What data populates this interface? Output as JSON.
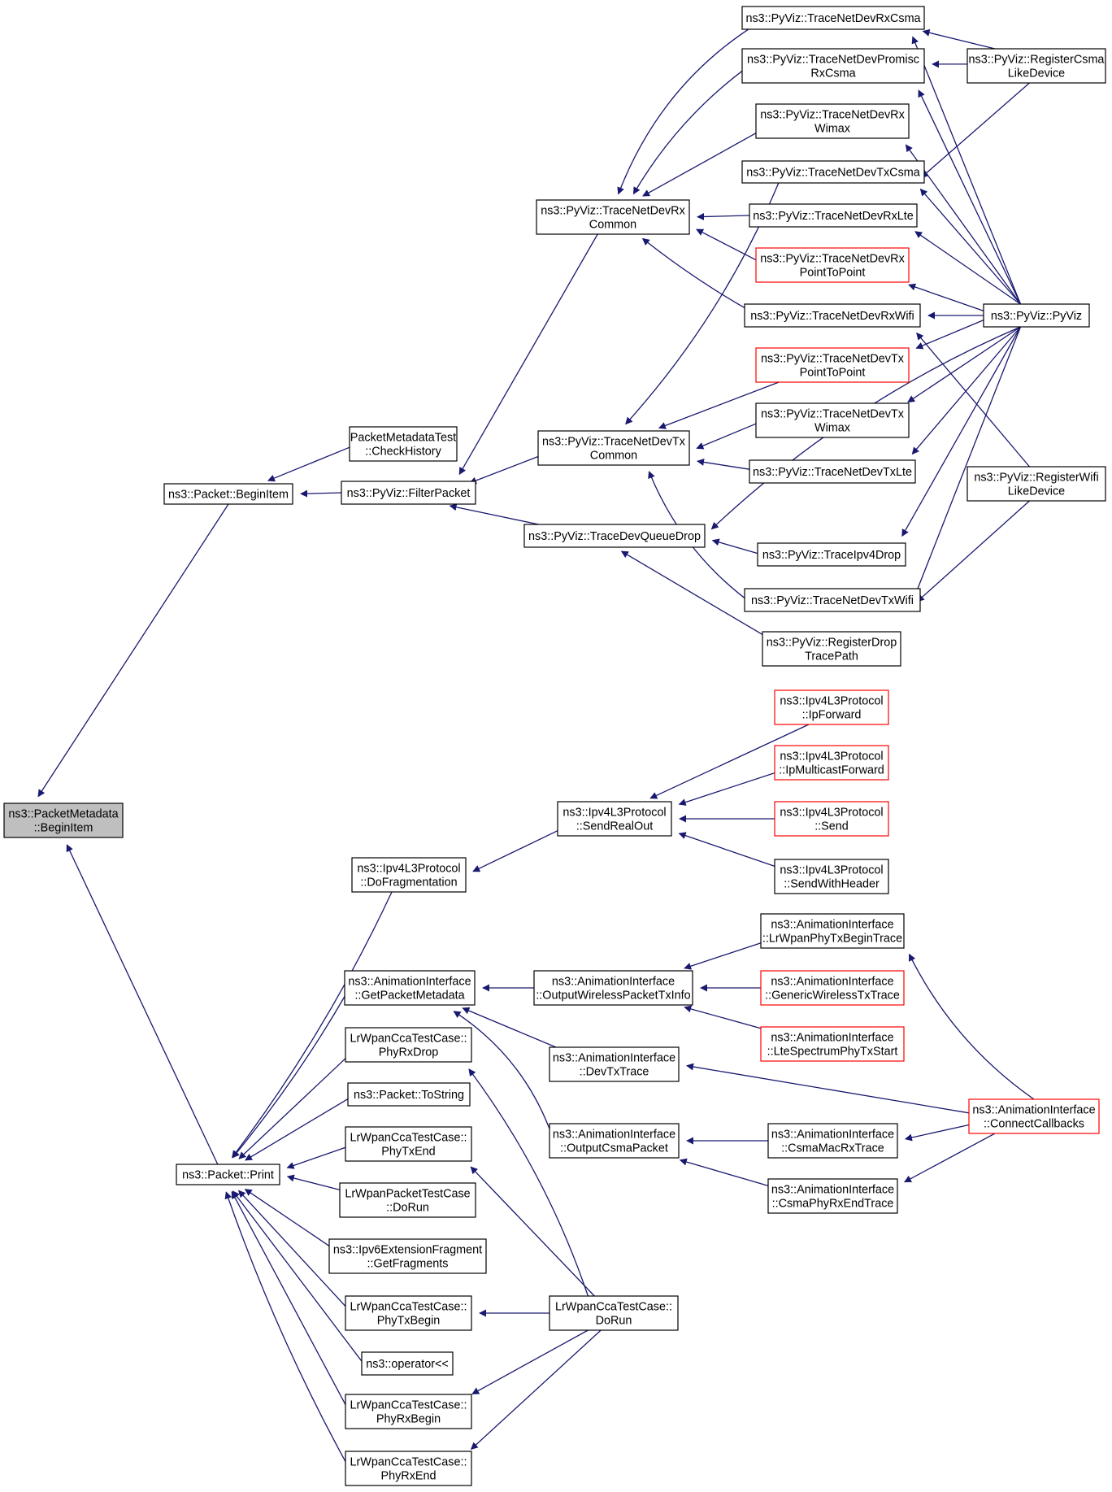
{
  "diagram": {
    "colors": {
      "edge": "#191970",
      "node_border": "#000000",
      "truncated_border": "#ff0000",
      "focus_fill": "#bfbfbf"
    },
    "nodes": [
      {
        "id": "pm",
        "lines": [
          "ns3::PacketMetadata",
          "::BeginItem"
        ],
        "style": "focus"
      },
      {
        "id": "pbi",
        "lines": [
          "ns3::Packet::BeginItem"
        ]
      },
      {
        "id": "pmt",
        "lines": [
          "PacketMetadataTest",
          "::CheckHistory"
        ]
      },
      {
        "id": "fp",
        "lines": [
          "ns3::PyViz::FilterPacket"
        ]
      },
      {
        "id": "rxc",
        "lines": [
          "ns3::PyViz::TraceNetDevRx",
          "Common"
        ]
      },
      {
        "id": "txc",
        "lines": [
          "ns3::PyViz::TraceNetDevTx",
          "Common"
        ]
      },
      {
        "id": "tdq",
        "lines": [
          "ns3::PyViz::TraceDevQueueDrop"
        ]
      },
      {
        "id": "rxcsma",
        "lines": [
          "ns3::PyViz::TraceNetDevRxCsma"
        ]
      },
      {
        "id": "rxprom",
        "lines": [
          "ns3::PyViz::TraceNetDevPromisc",
          "RxCsma"
        ]
      },
      {
        "id": "rxwimax",
        "lines": [
          "ns3::PyViz::TraceNetDevRx",
          "Wimax"
        ]
      },
      {
        "id": "txcsma",
        "lines": [
          "ns3::PyViz::TraceNetDevTxCsma"
        ]
      },
      {
        "id": "rxlte",
        "lines": [
          "ns3::PyViz::TraceNetDevRxLte"
        ]
      },
      {
        "id": "rxp2p",
        "lines": [
          "ns3::PyViz::TraceNetDevRx",
          "PointToPoint"
        ],
        "style": "truncated"
      },
      {
        "id": "rxwifi",
        "lines": [
          "ns3::PyViz::TraceNetDevRxWifi"
        ]
      },
      {
        "id": "txp2p",
        "lines": [
          "ns3::PyViz::TraceNetDevTx",
          "PointToPoint"
        ],
        "style": "truncated"
      },
      {
        "id": "txwimax",
        "lines": [
          "ns3::PyViz::TraceNetDevTx",
          "Wimax"
        ]
      },
      {
        "id": "txlte",
        "lines": [
          "ns3::PyViz::TraceNetDevTxLte"
        ]
      },
      {
        "id": "ipv4drop",
        "lines": [
          "ns3::PyViz::TraceIpv4Drop"
        ]
      },
      {
        "id": "txwifi",
        "lines": [
          "ns3::PyViz::TraceNetDevTxWifi"
        ]
      },
      {
        "id": "regdrop",
        "lines": [
          "ns3::PyViz::RegisterDrop",
          "TracePath"
        ]
      },
      {
        "id": "regcsma",
        "lines": [
          "ns3::PyViz::RegisterCsma",
          "LikeDevice"
        ]
      },
      {
        "id": "pyviz",
        "lines": [
          "ns3::PyViz::PyViz"
        ]
      },
      {
        "id": "regwifi",
        "lines": [
          "ns3::PyViz::RegisterWifi",
          "LikeDevice"
        ]
      },
      {
        "id": "print",
        "lines": [
          "ns3::Packet::Print"
        ]
      },
      {
        "id": "dofrag",
        "lines": [
          "ns3::Ipv4L3Protocol",
          "::DoFragmentation"
        ]
      },
      {
        "id": "sro",
        "lines": [
          "ns3::Ipv4L3Protocol",
          "::SendRealOut"
        ]
      },
      {
        "id": "ipfwd",
        "lines": [
          "ns3::Ipv4L3Protocol",
          "::IpForward"
        ],
        "style": "truncated"
      },
      {
        "id": "ipmc",
        "lines": [
          "ns3::Ipv4L3Protocol",
          "::IpMulticastForward"
        ],
        "style": "truncated"
      },
      {
        "id": "send",
        "lines": [
          "ns3::Ipv4L3Protocol",
          "::Send"
        ],
        "style": "truncated"
      },
      {
        "id": "swh",
        "lines": [
          "ns3::Ipv4L3Protocol",
          "::SendWithHeader"
        ]
      },
      {
        "id": "gpm",
        "lines": [
          "ns3::AnimationInterface",
          "::GetPacketMetadata"
        ]
      },
      {
        "id": "owptx",
        "lines": [
          "ns3::AnimationInterface",
          "::OutputWirelessPacketTxInfo"
        ]
      },
      {
        "id": "lrbegin",
        "lines": [
          "ns3::AnimationInterface",
          "::LrWpanPhyTxBeginTrace"
        ]
      },
      {
        "id": "gwtx",
        "lines": [
          "ns3::AnimationInterface",
          "::GenericWirelessTxTrace"
        ],
        "style": "truncated"
      },
      {
        "id": "ltestart",
        "lines": [
          "ns3::AnimationInterface",
          "::LteSpectrumPhyTxStart"
        ],
        "style": "truncated"
      },
      {
        "id": "devtx",
        "lines": [
          "ns3::AnimationInterface",
          "::DevTxTrace"
        ]
      },
      {
        "id": "connect",
        "lines": [
          "ns3::AnimationInterface",
          "::ConnectCallbacks"
        ],
        "style": "truncated"
      },
      {
        "id": "ocsma",
        "lines": [
          "ns3::AnimationInterface",
          "::OutputCsmaPacket"
        ]
      },
      {
        "id": "csmamac",
        "lines": [
          "ns3::AnimationInterface",
          "::CsmaMacRxTrace"
        ]
      },
      {
        "id": "csmaphy",
        "lines": [
          "ns3::AnimationInterface",
          "::CsmaPhyRxEndTrace"
        ]
      },
      {
        "id": "phyrxdrop",
        "lines": [
          "LrWpanCcaTestCase::",
          "PhyRxDrop"
        ]
      },
      {
        "id": "tostring",
        "lines": [
          "ns3::Packet::ToString"
        ]
      },
      {
        "id": "phytxend",
        "lines": [
          "LrWpanCcaTestCase::",
          "PhyTxEnd"
        ]
      },
      {
        "id": "lpdorun",
        "lines": [
          "LrWpanPacketTestCase",
          "::DoRun"
        ]
      },
      {
        "id": "ipv6frag",
        "lines": [
          "ns3::Ipv6ExtensionFragment",
          "::GetFragments"
        ]
      },
      {
        "id": "phytxbegin",
        "lines": [
          "LrWpanCcaTestCase::",
          "PhyTxBegin"
        ]
      },
      {
        "id": "ccadorun",
        "lines": [
          "LrWpanCcaTestCase::",
          "DoRun"
        ]
      },
      {
        "id": "oplt",
        "lines": [
          "ns3::operator<<"
        ]
      },
      {
        "id": "phyrxbegin",
        "lines": [
          "LrWpanCcaTestCase::",
          "PhyRxBegin"
        ]
      },
      {
        "id": "phyrxend",
        "lines": [
          "LrWpanCcaTestCase::",
          "PhyRxEnd"
        ]
      }
    ]
  }
}
